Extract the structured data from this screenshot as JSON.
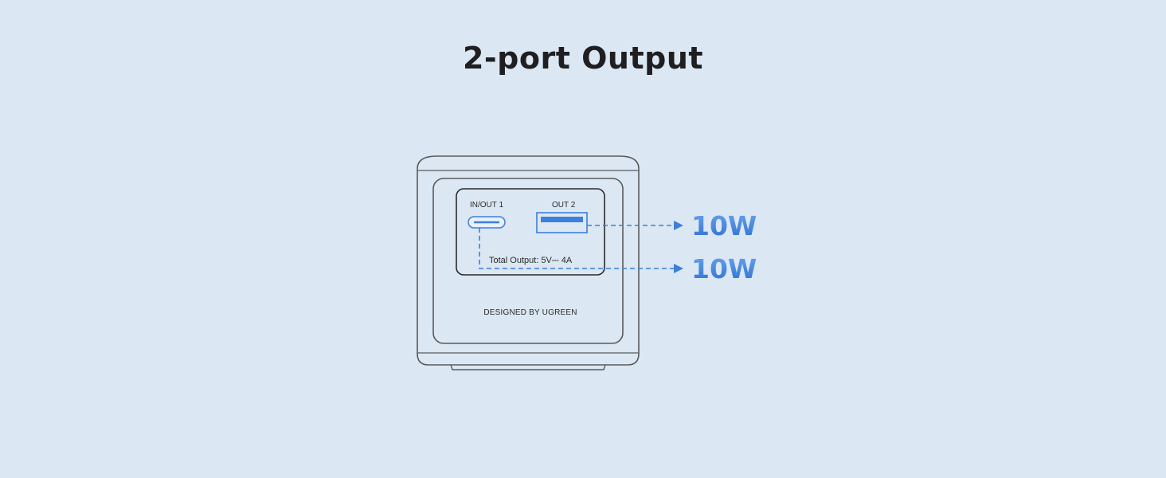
{
  "title": "2-port Output",
  "device": {
    "port1_label": "IN/OUT 1",
    "port2_label": "OUT 2",
    "total_output": "Total Output: 5V⎓ 4A",
    "brand": "DESIGNED BY UGREEN"
  },
  "outputs": [
    {
      "port": "OUT 2",
      "power": "10W"
    },
    {
      "port": "IN/OUT 1",
      "power": "10W"
    }
  ],
  "colors": {
    "background": "#dbe7f3",
    "accent": "#3d7fdc",
    "outline": "#5a5a5a"
  },
  "icons": {
    "usb_c": "usb-c-port-icon",
    "usb_a": "usb-a-port-icon",
    "arrow": "arrow-right-icon"
  }
}
